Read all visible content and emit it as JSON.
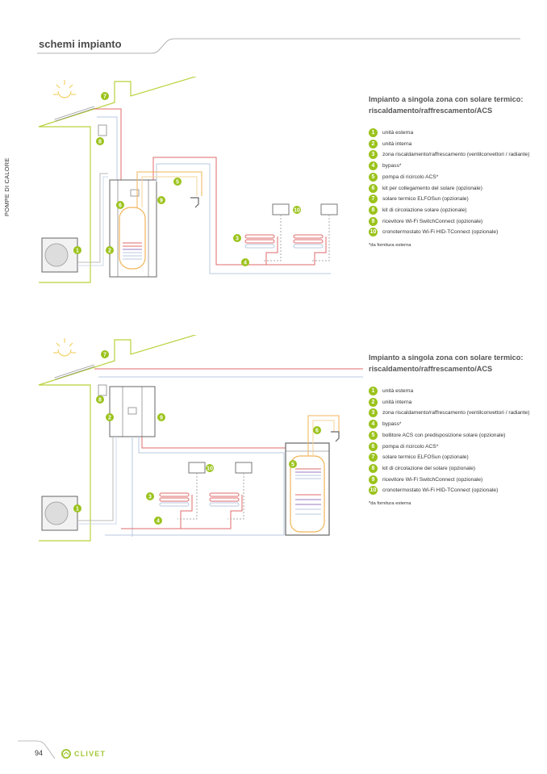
{
  "header": {
    "title": "schemi impianto"
  },
  "side_label": "POMPE DI CALORE",
  "colors": {
    "accent": "#9bc31c",
    "hot_pipe": "#e06b6b",
    "cold_pipe": "#b8c9e0",
    "dhw_pipe": "#f0b55a",
    "house": "#b9d23c"
  },
  "schemes": [
    {
      "title": "Impianto a singola zona con solare termico: riscaldamento/raffrescamento/ACS",
      "items": [
        {
          "n": "1",
          "label": "unità esterna"
        },
        {
          "n": "2",
          "label": "unità interna"
        },
        {
          "n": "3",
          "label": "zona riscaldamento/raffrescamento (ventilconvettori / radiante)"
        },
        {
          "n": "4",
          "label": "bypass*"
        },
        {
          "n": "5",
          "label": "pompa di ricircolo ACS*"
        },
        {
          "n": "6",
          "label": "kit per collegamento del solare (opzionale)"
        },
        {
          "n": "7",
          "label": "solare termico ELFOSun (opzionale)"
        },
        {
          "n": "8",
          "label": "kit di circolazione solare (opzionale)"
        },
        {
          "n": "9",
          "label": "ricevitore Wi-Fi SwitchConnect (opzionale)"
        },
        {
          "n": "10",
          "label": "cronotermostato Wi-Fi HID-TConnect (opzionale)"
        }
      ],
      "note": "*da fornitura esterna"
    },
    {
      "title": "Impianto a singola zona con solare termico: riscaldamento/raffrescamento/ACS",
      "items": [
        {
          "n": "1",
          "label": "unità esterna"
        },
        {
          "n": "2",
          "label": "unità interna"
        },
        {
          "n": "3",
          "label": "zona riscaldamento/raffrescamento (ventilconvettori / radiante)"
        },
        {
          "n": "4",
          "label": "bypass*"
        },
        {
          "n": "5",
          "label": "bollitore ACS con predisposizione solare (opzionale)"
        },
        {
          "n": "6",
          "label": "pompa di ricircolo ACS*"
        },
        {
          "n": "7",
          "label": "solare termico ELFOSun (opzionale)"
        },
        {
          "n": "8",
          "label": "kit di circolazione del solare (opzionale)"
        },
        {
          "n": "9",
          "label": "ricevitore Wi-Fi SwitchConnect (opzionale)"
        },
        {
          "n": "10",
          "label": "cronotermostato Wi-Fi HID-TConnect (opzionale)"
        }
      ],
      "note": "*da fornitura esterna"
    }
  ],
  "footer": {
    "page_number": "94",
    "brand": "CLIVET"
  }
}
